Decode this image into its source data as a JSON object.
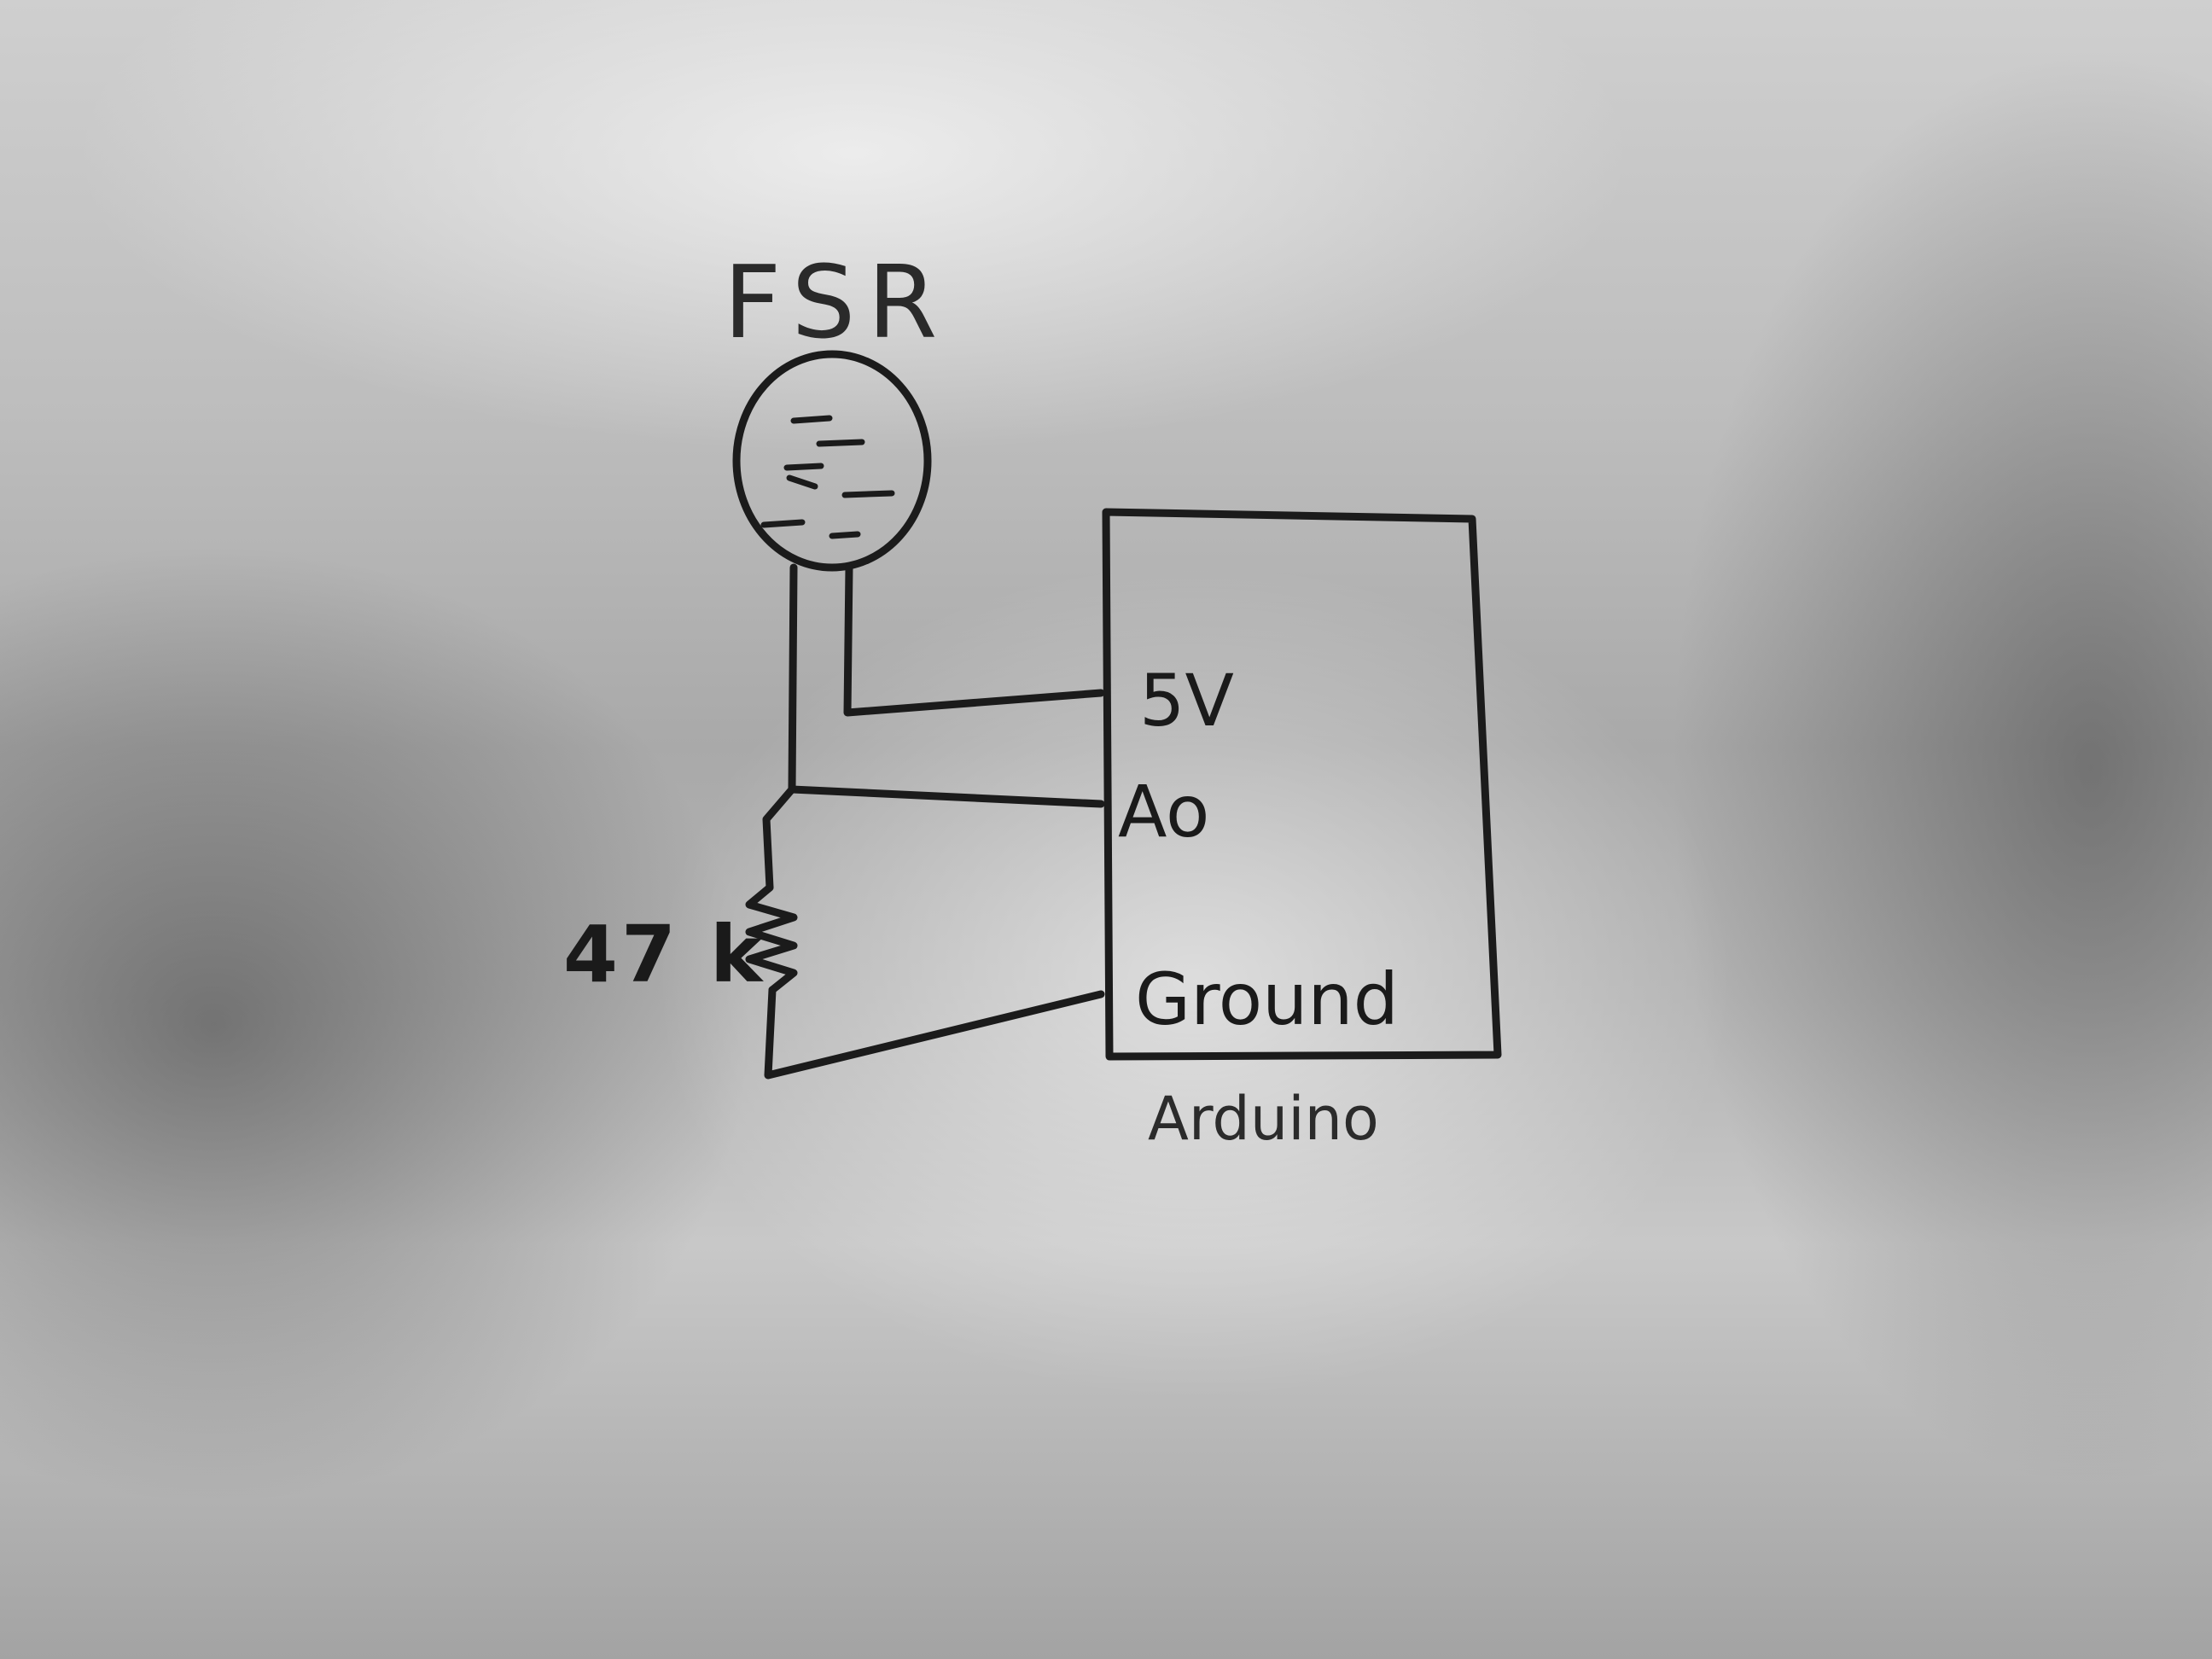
{
  "diagram": {
    "sensor": {
      "label": "FSR"
    },
    "resistor": {
      "label": "47 k"
    },
    "board": {
      "label": "Arduino",
      "pins": [
        {
          "key": "5v",
          "label": "5V"
        },
        {
          "key": "a0",
          "label": "Ao"
        },
        {
          "key": "ground",
          "label": "Ground"
        }
      ]
    }
  }
}
